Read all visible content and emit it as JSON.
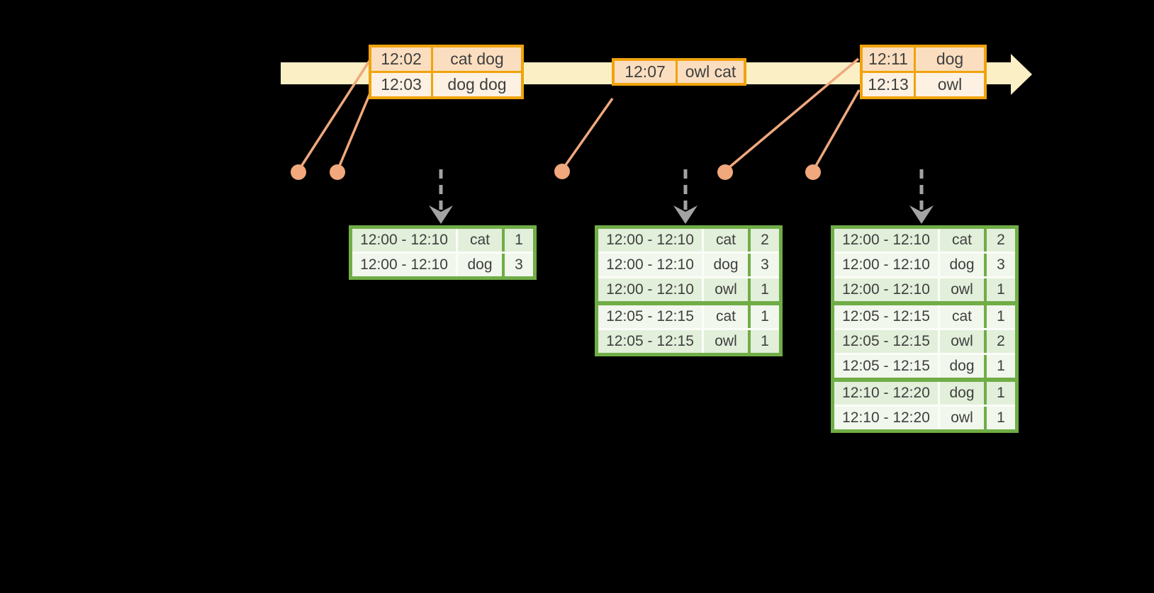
{
  "colors": {
    "background": "#000000",
    "timeline_fill": "#FBEFC6",
    "event_table_border": "#F0A30C",
    "event_row_peach": "#FADEBF",
    "event_row_cream": "#FCF1E3",
    "connector_salmon": "#F0A87C",
    "result_table_border": "#70AD47",
    "result_row_green": "#E2EFDA",
    "result_row_light": "#F1F7EC",
    "trigger_arrow_gray": "#A3A3A3",
    "text": "#3F3F3F"
  },
  "timeline": {
    "events": [
      {
        "rows": [
          {
            "time": "12:02",
            "words": "cat dog"
          },
          {
            "time": "12:03",
            "words": "dog dog"
          }
        ]
      },
      {
        "rows": [
          {
            "time": "12:07",
            "words": "owl cat"
          }
        ]
      },
      {
        "rows": [
          {
            "time": "12:11",
            "words": "dog"
          },
          {
            "time": "12:13",
            "words": "owl"
          }
        ]
      }
    ]
  },
  "result_tables": [
    {
      "rows": [
        {
          "window": "12:00 - 12:10",
          "word": "cat",
          "count": "1"
        },
        {
          "window": "12:00 - 12:10",
          "word": "dog",
          "count": "3"
        }
      ]
    },
    {
      "rows": [
        {
          "window": "12:00 - 12:10",
          "word": "cat",
          "count": "2"
        },
        {
          "window": "12:00 - 12:10",
          "word": "dog",
          "count": "3"
        },
        {
          "window": "12:00 - 12:10",
          "word": "owl",
          "count": "1"
        },
        {
          "window": "12:05 - 12:15",
          "word": "cat",
          "count": "1"
        },
        {
          "window": "12:05 - 12:15",
          "word": "owl",
          "count": "1"
        }
      ]
    },
    {
      "rows": [
        {
          "window": "12:00 - 12:10",
          "word": "cat",
          "count": "2"
        },
        {
          "window": "12:00 - 12:10",
          "word": "dog",
          "count": "3"
        },
        {
          "window": "12:00 - 12:10",
          "word": "owl",
          "count": "1"
        },
        {
          "window": "12:05 - 12:15",
          "word": "cat",
          "count": "1"
        },
        {
          "window": "12:05 - 12:15",
          "word": "owl",
          "count": "2"
        },
        {
          "window": "12:05 - 12:15",
          "word": "dog",
          "count": "1"
        },
        {
          "window": "12:10 - 12:20",
          "word": "dog",
          "count": "1"
        },
        {
          "window": "12:10 - 12:20",
          "word": "owl",
          "count": "1"
        }
      ]
    }
  ]
}
